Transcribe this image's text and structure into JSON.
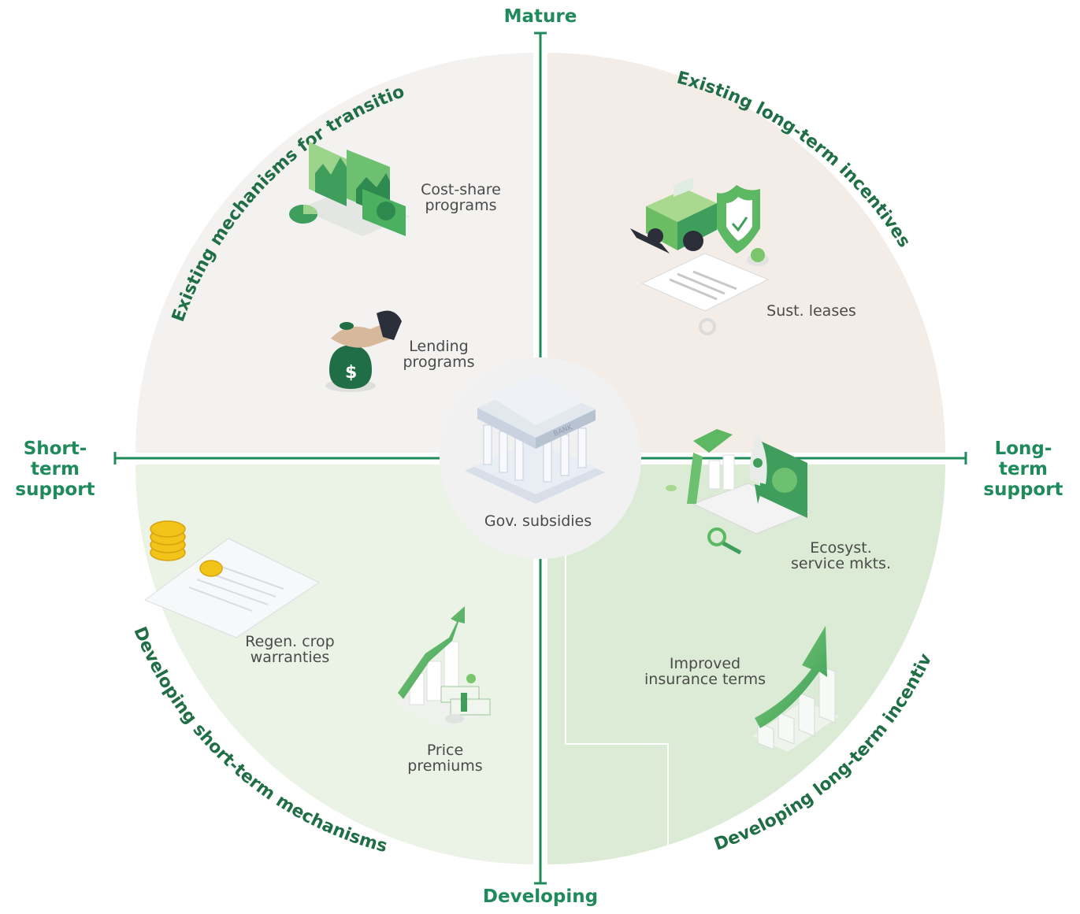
{
  "axes": {
    "top": "Mature",
    "bottom": "Developing",
    "left": [
      "Short-term",
      "support"
    ],
    "right": [
      "Long-term",
      "support"
    ]
  },
  "quadrants": {
    "top_left": "Existing mechanisms for transition",
    "top_right": "Existing long-term incentives",
    "bottom_left": "Developing short-term mechanisms",
    "bottom_right": "Developing long-term incentives"
  },
  "center": {
    "label": "Gov. subsidies",
    "building_sign": "BANK"
  },
  "items": {
    "cost_share": [
      "Cost-share",
      "programs"
    ],
    "lending": [
      "Lending",
      "programs"
    ],
    "sust_leases": "Sust. leases",
    "ecosyst": [
      "Ecosyst.",
      "service mkts."
    ],
    "regen": [
      "Regen. crop",
      "warranties"
    ],
    "price": [
      "Price",
      "premiums"
    ],
    "insurance": [
      "Improved",
      "insurance terms"
    ]
  },
  "colors": {
    "accent": "#1f8a5b",
    "top_left_fill": "#f3f2f0",
    "top_right_fill": "#f3ece7",
    "bottom_left_fill": "#eaf3e6",
    "bottom_right_fill": "#dcebd6"
  }
}
